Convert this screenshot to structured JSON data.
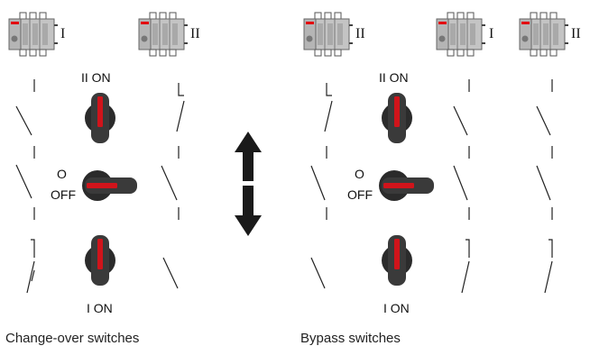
{
  "panels": [
    {
      "caption": "Change-over switches",
      "positions": {
        "top": "II ON",
        "middle_line1": "O",
        "middle_line2": "OFF",
        "bottom": "I ON"
      },
      "switch_units": [
        {
          "roman": "I"
        },
        {
          "roman": "II"
        }
      ]
    },
    {
      "caption": "Bypass switches",
      "positions": {
        "top": "II ON",
        "middle_line1": "O",
        "middle_line2": "OFF",
        "bottom": "I ON"
      },
      "switch_units": [
        {
          "roman": "II"
        },
        {
          "roman": "I"
        },
        {
          "roman": "II"
        }
      ]
    }
  ],
  "colors": {
    "handle_body": "#2b2b2b",
    "handle_indicator": "#d0141b",
    "arrow": "#1a1a1a",
    "line": "#222222",
    "switch_body": "#c9c9c9",
    "brand_red": "#e3000f"
  }
}
